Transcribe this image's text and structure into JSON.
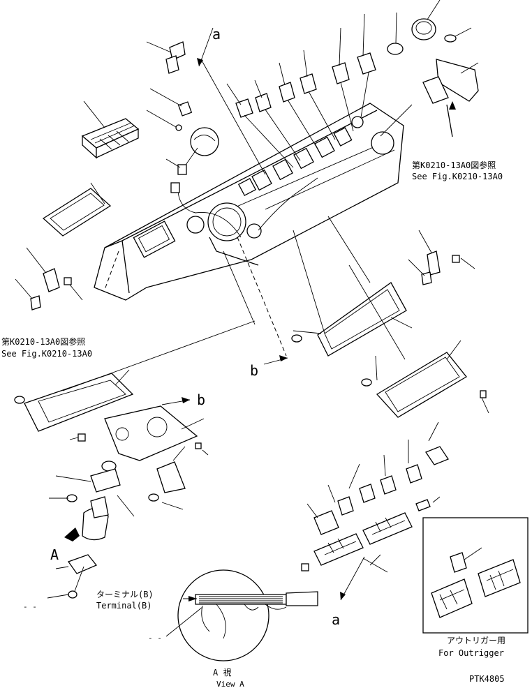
{
  "ref_top": {
    "jp": "第K0210-13A0図参照",
    "en": "See Fig.K0210-13A0"
  },
  "ref_left": {
    "jp": "第K0210-13A0図参照",
    "en": "See Fig.K0210-13A0"
  },
  "callouts": {
    "a_top": "a",
    "a_bottom": "a",
    "b_left": "b",
    "b_mid": "b",
    "view_marker": "A"
  },
  "terminal": {
    "jp": "ターミナル(B)",
    "en": "Terminal(B)"
  },
  "outrigger": {
    "jp": "アウトリガー用",
    "en": "For Outrigger"
  },
  "view_a": {
    "jp": "A 視",
    "en": "View A"
  },
  "dash_marks": {
    "left": "- -",
    "bottom": "- -"
  },
  "drawing_code": "PTK4805"
}
